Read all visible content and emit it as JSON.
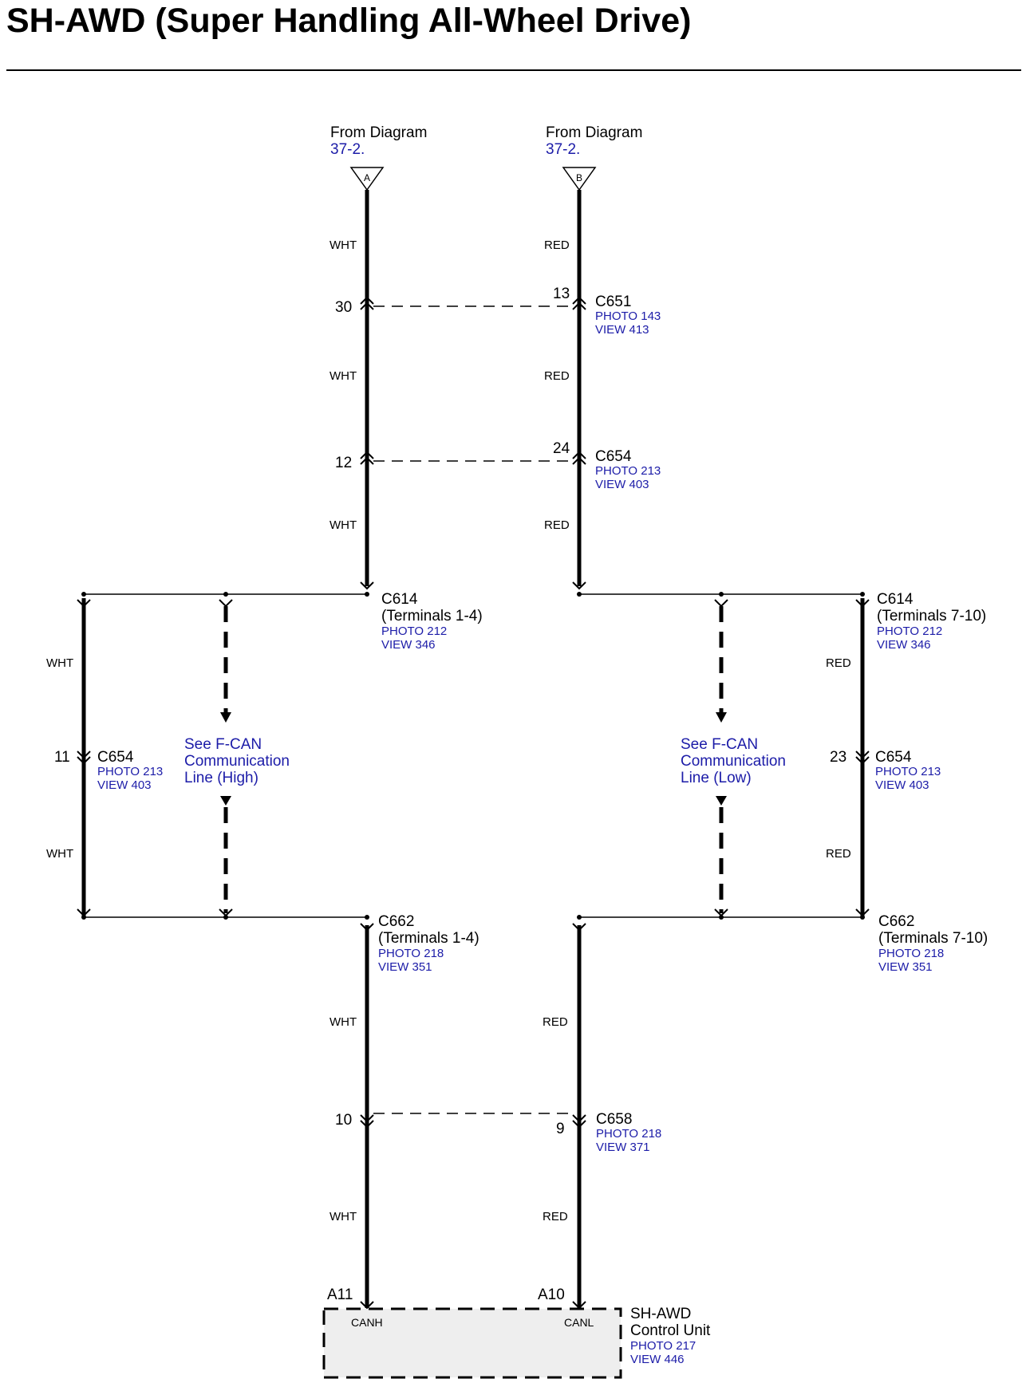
{
  "title": "SH-AWD (Super Handling All-Wheel Drive)",
  "sources": [
    {
      "label": "From Diagram",
      "ref": "37-2.",
      "letter": "A"
    },
    {
      "label": "From Diagram",
      "ref": "37-2.",
      "letter": "B"
    }
  ],
  "wire_colors": {
    "left": "WHT",
    "right": "RED"
  },
  "connectors": {
    "c651": {
      "name": "C651",
      "photo": "PHOTO 143",
      "view": "VIEW 413",
      "pin_left": "30",
      "pin_right": "13"
    },
    "c654_top": {
      "name": "C654",
      "photo": "PHOTO 213",
      "view": "VIEW 403",
      "pin_left": "12",
      "pin_right": "24"
    },
    "c614_left": {
      "name": "C614",
      "terminals": "(Terminals 1-4)",
      "photo": "PHOTO 212",
      "view": "VIEW 346"
    },
    "c614_right": {
      "name": "C614",
      "terminals": "(Terminals 7-10)",
      "photo": "PHOTO 212",
      "view": "VIEW 346"
    },
    "c654_left": {
      "name": "C654",
      "photo": "PHOTO 213",
      "view": "VIEW 403",
      "pin": "11"
    },
    "c654_right": {
      "name": "C654",
      "photo": "PHOTO 213",
      "view": "VIEW 403",
      "pin": "23"
    },
    "c662_left": {
      "name": "C662",
      "terminals": "(Terminals 1-4)",
      "photo": "PHOTO 218",
      "view": "VIEW 351"
    },
    "c662_right": {
      "name": "C662",
      "terminals": "(Terminals 7-10)",
      "photo": "PHOTO 218",
      "view": "VIEW 351"
    },
    "c658": {
      "name": "C658",
      "photo": "PHOTO 218",
      "view": "VIEW 371",
      "pin_left": "10",
      "pin_right": "9"
    }
  },
  "fcan_high": {
    "line1": "See F-CAN",
    "line2": "Communication",
    "line3": "Line (High)"
  },
  "fcan_low": {
    "line1": "See F-CAN",
    "line2": "Communication",
    "line3": "Line (Low)"
  },
  "control_unit": {
    "line1": "SH-AWD",
    "line2": "Control Unit",
    "photo": "PHOTO 217",
    "view": "VIEW 446",
    "pin_left": "A11",
    "pin_right": "A10",
    "term_left": "CANH",
    "term_right": "CANL"
  }
}
